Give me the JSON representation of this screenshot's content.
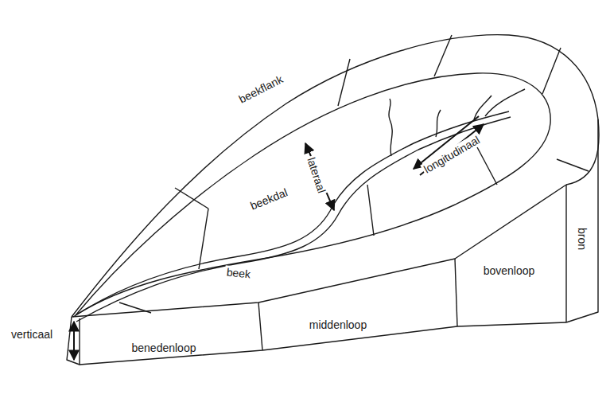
{
  "diagram": {
    "labels": [
      "beekflank",
      "lateraal",
      "beekdal",
      "longitudinaal",
      "beek",
      "bron",
      "bovenloop",
      "middenloop",
      "benedenloop",
      "verticaal"
    ]
  }
}
